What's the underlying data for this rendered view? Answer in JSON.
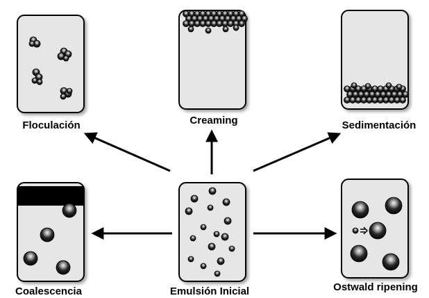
{
  "labels": {
    "floculacion": "Floculación",
    "creaming": "Creaming",
    "sedimentacion": "Sedimentación",
    "coalescencia": "Coalescencia",
    "emulsion_inicial": "Emulsión Inicial",
    "ostwald": "Ostwald ripening"
  },
  "colors": {
    "container_fill": "#e6e6e6",
    "container_stroke": "#000000",
    "droplet_dark": "#1a1a1a",
    "droplet_highlight": "#f2f2f2",
    "arrow": "#000000",
    "oil_layer": "#000000"
  }
}
